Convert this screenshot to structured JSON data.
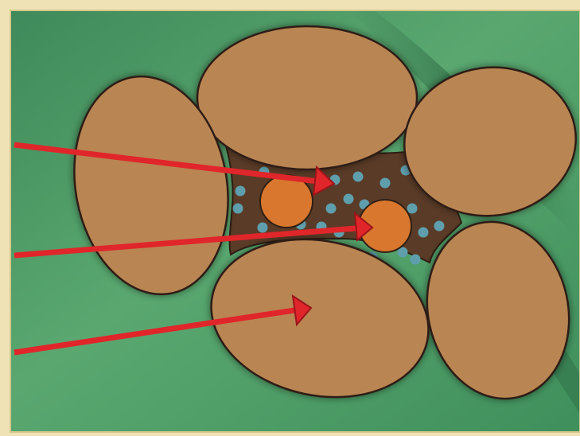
{
  "colors": {
    "frame": "#efe3b6",
    "frame_inner_line": "#d7c78a",
    "background_light": "#5aa870",
    "background_dark": "#2c6a43",
    "grain": "#b98553",
    "grain_outline": "#2e1f14",
    "interstitial_matrix": "#5a3b27",
    "pore_dot": "#5f9fad",
    "small_grain": "#d8772d",
    "arrow": "#e0262a",
    "arrow_outline": "#9b1519"
  },
  "diagram": {
    "grains": [
      {
        "name": "grain-top"
      },
      {
        "name": "grain-left"
      },
      {
        "name": "grain-right-upper"
      },
      {
        "name": "grain-bottom"
      },
      {
        "name": "grain-right-lower"
      }
    ],
    "small_grains": [
      {
        "name": "small-grain-left"
      },
      {
        "name": "small-grain-right"
      }
    ],
    "arrows": [
      {
        "name": "pointer-arrow-top",
        "target": "interstitial-matrix"
      },
      {
        "name": "pointer-arrow-middle",
        "target": "small-grain-right"
      },
      {
        "name": "pointer-arrow-bottom",
        "target": "grain-bottom"
      }
    ]
  }
}
